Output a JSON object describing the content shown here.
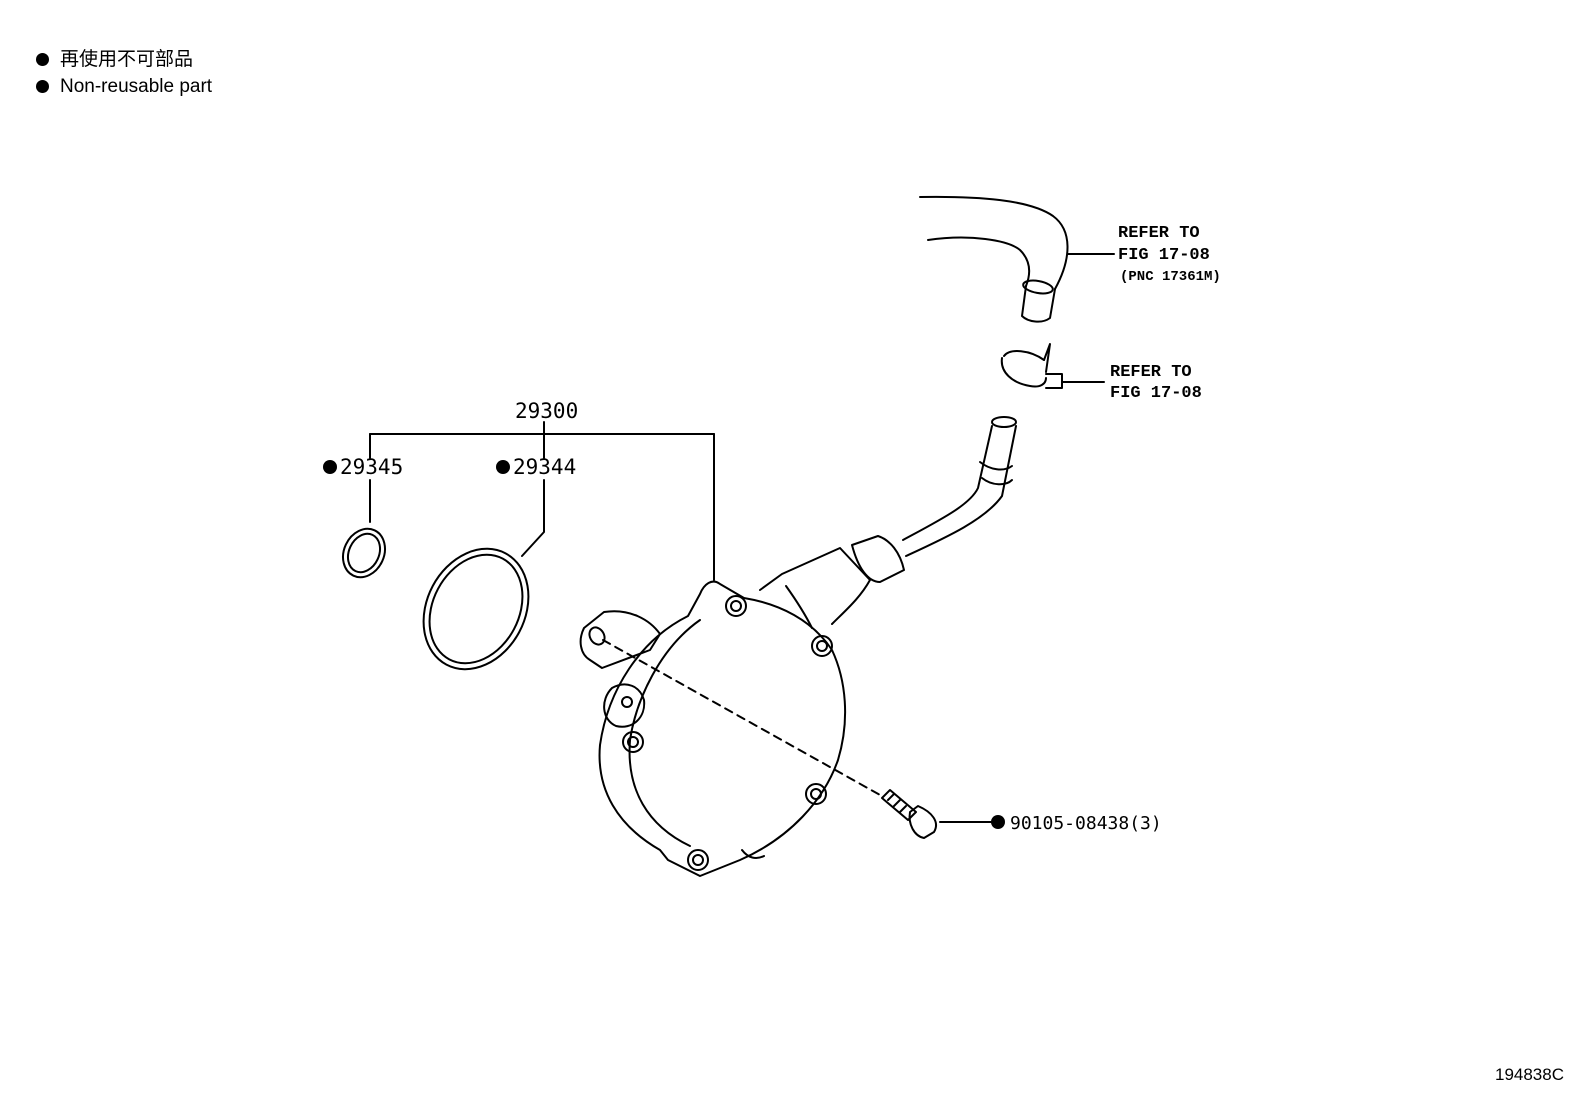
{
  "legend": {
    "items": [
      {
        "text": "再使用不可部品"
      },
      {
        "text": "Non-reusable part"
      }
    ]
  },
  "callouts": {
    "assembly": "29300",
    "small_oring": "29345",
    "large_oring": "29344",
    "bolt": "90105-08438(3)",
    "hose_ref_line1": "REFER TO",
    "hose_ref_line2": "FIG 17-08",
    "hose_ref_line3": "(PNC 17361M)",
    "clamp_ref_line1": "REFER TO",
    "clamp_ref_line2": "FIG 17-08"
  },
  "figure_id": "194838C"
}
